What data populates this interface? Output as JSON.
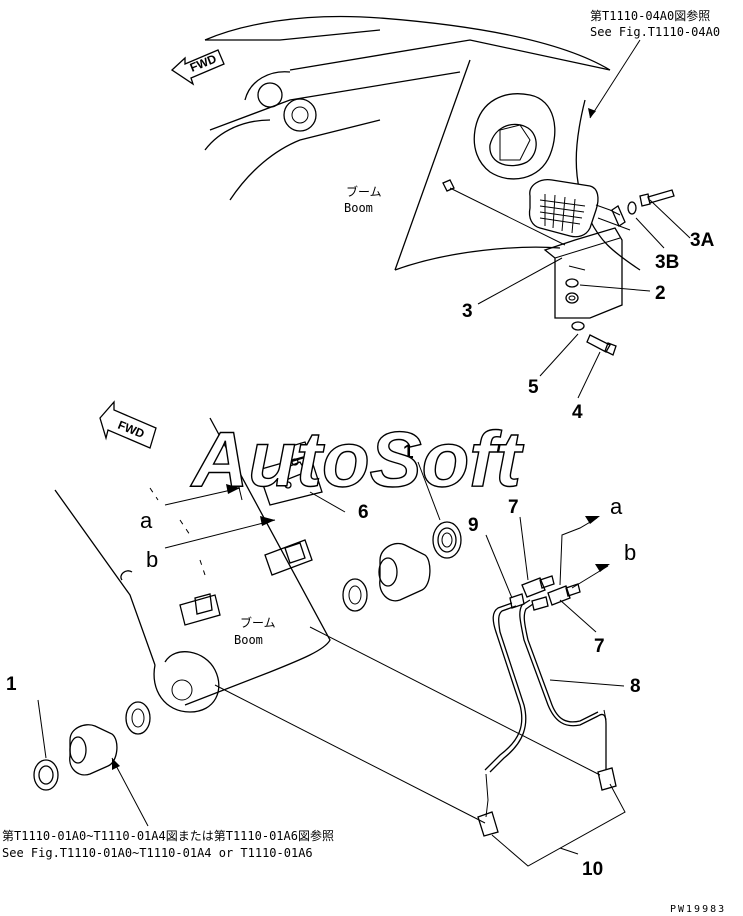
{
  "references": {
    "top_jp": "第T1110-04A0図参照",
    "top_en": "See Fig.T1110-04A0",
    "bottom_jp": "第T1110-01A0~T1110-01A4図または第T1110-01A6図参照",
    "bottom_en": "See Fig.T1110-01A0~T1110-01A4 or T1110-01A6"
  },
  "labels": {
    "boom_jp_top": "ブーム",
    "boom_en_top": "Boom",
    "boom_jp_bottom": "ブーム",
    "boom_en_bottom": "Boom",
    "fwd_top": "FWD",
    "fwd_bottom": "FWD"
  },
  "watermark": "AutoSoft",
  "callouts": {
    "p1_top": "1",
    "p1_left": "1",
    "p2": "2",
    "p3": "3",
    "p3a": "3A",
    "p3b": "3B",
    "p4": "4",
    "p5": "5",
    "p6": "6",
    "p7_top": "7",
    "p7_bottom": "7",
    "p8": "8",
    "p9": "9",
    "p10": "10"
  },
  "connections": {
    "a_left": "a",
    "b_left": "b",
    "a_right": "a",
    "b_right": "b"
  },
  "drawing_code": "PW19983"
}
